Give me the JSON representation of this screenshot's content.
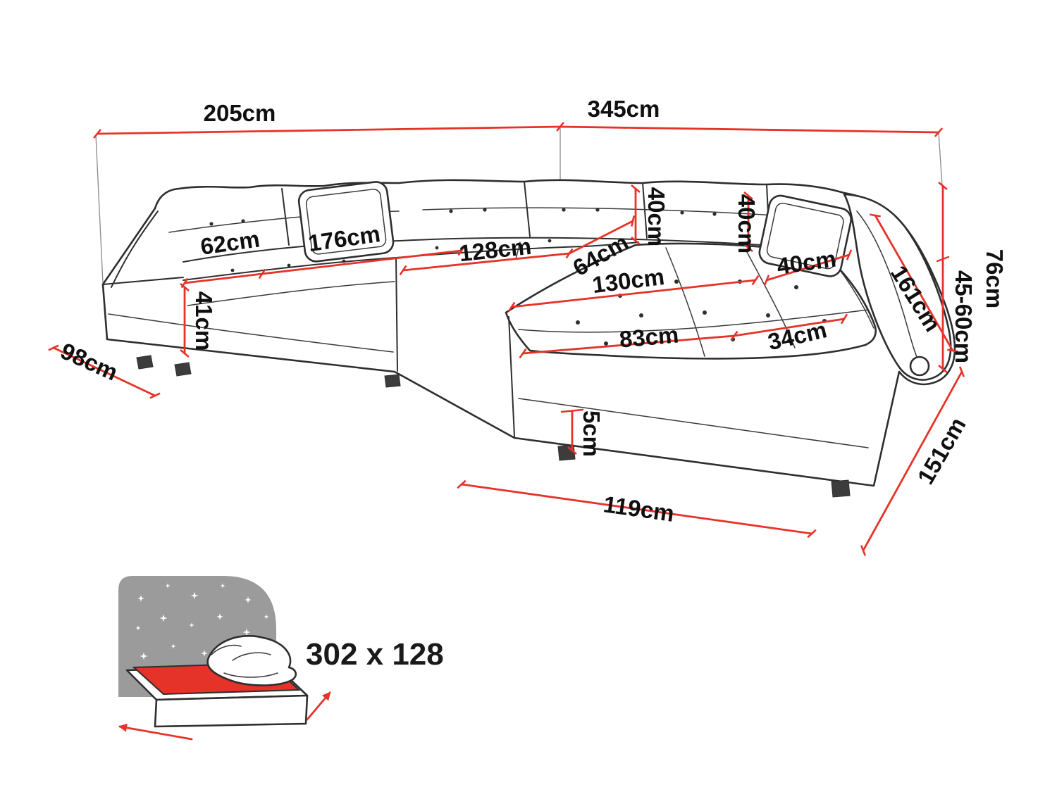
{
  "diagram": {
    "title": "corner-sofa-dimension-diagram",
    "colors": {
      "accent": "#e63329",
      "line": "#2e2e2e",
      "headboard_gray": "#9b9b9b"
    },
    "dimensions": {
      "back_width_left": "205cm",
      "back_width_right": "345cm",
      "left_seat_depth": "62cm",
      "left_seat_length": "176cm",
      "center_seat_length": "128cm",
      "right_seat_depth": "64cm",
      "backrest_cushion_height": "40cm",
      "backrest_cushion_height_right": "40cm",
      "pillow_size": "40cm",
      "chaise_width_back": "130cm",
      "chaise_width_front": "83cm",
      "armrest_width": "34cm",
      "armrest_length": "161cm",
      "seat_height": "41cm",
      "left_side_depth": "98cm",
      "overall_height": "76cm",
      "armrest_height": "45-60cm",
      "right_side_length": "151cm",
      "base_gap_height": "5cm",
      "chaise_front_length": "119cm"
    },
    "sleeping_function": {
      "icon": "bed-with-starry-headboard-icon",
      "bed_size_label": "302 x 128"
    }
  }
}
